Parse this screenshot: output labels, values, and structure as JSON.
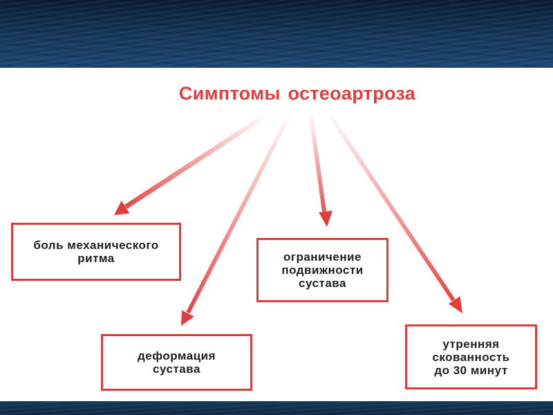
{
  "title": "Симптомы остеоартроза",
  "symptoms": {
    "pain": "боль механического\nритма",
    "mobility": "ограничение\nподвижности\nсустава",
    "deformation": "деформация\nсустава",
    "stiffness": "утренняя\nскованность\nдо 30 минут"
  },
  "colors": {
    "accent": "#e43d3d",
    "box_border": "#dd3a3a",
    "band": "#16395e"
  }
}
